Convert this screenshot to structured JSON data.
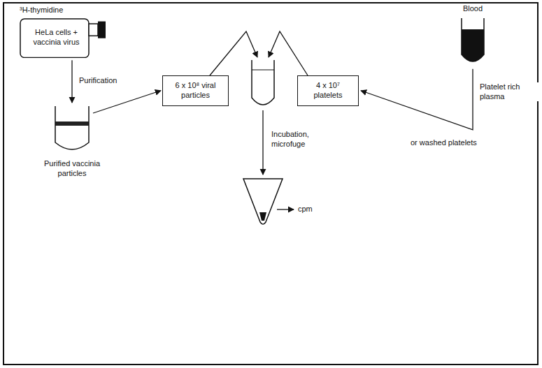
{
  "diagram": {
    "nodes": [
      {
        "text": [
          "³H-thymidine",
          "HeLa cells + vaccinia virus"
        ]
      },
      {
        "text": [
          "Purified vaccinia particles"
        ]
      },
      {
        "text": [
          "6 x 10⁸ viral particles"
        ]
      },
      {
        "text": [
          "4 x 10⁷ platelets"
        ]
      },
      {
        "text": [
          "Blood"
        ]
      }
    ],
    "edges": [
      {
        "from": 0,
        "to": 1,
        "arrow": "to",
        "label": "Purification"
      },
      {
        "from": 1,
        "to": 2,
        "arrow": "to"
      },
      {
        "from": 4,
        "to": 3,
        "arrow": "to",
        "label": "Platelet rich plasma"
      }
    ],
    "labels": [
      "Incubation, microfuge",
      "cpm",
      "or washed platelets"
    ]
  }
}
